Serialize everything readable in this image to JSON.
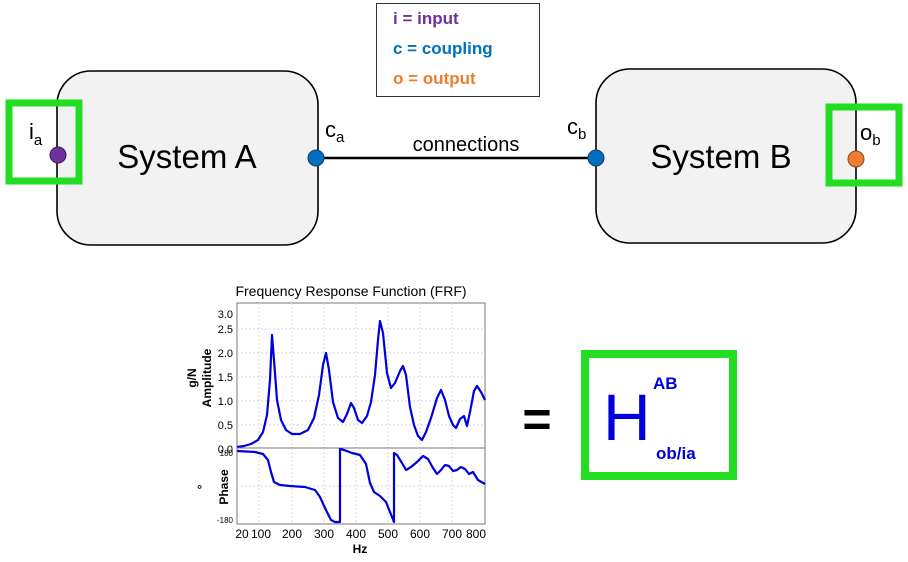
{
  "legend": {
    "input": "i = input",
    "coupling": "c = coupling",
    "output": "o = output"
  },
  "colors": {
    "input": "#7030a0",
    "coupling": "#0070c0",
    "output": "#ed7d31",
    "highlight": "#22dd22",
    "curve": "#0000dd"
  },
  "system_a": {
    "label": "System A",
    "input_port": {
      "main": "i",
      "sub": "a"
    },
    "coupling_port": {
      "main": "c",
      "sub": "a"
    }
  },
  "system_b": {
    "label": "System B",
    "output_port": {
      "main": "o",
      "sub": "b"
    },
    "coupling_port": {
      "main": "c",
      "sub": "b"
    }
  },
  "connection_label": "connections",
  "frf": {
    "title": "Frequency Response Function (FRF)",
    "amplitude_ylabel_unit": "g/N",
    "amplitude_ylabel": "Amplitude",
    "amplitude_ticks": [
      "0.0",
      "0.5",
      "1.0",
      "1.5",
      "2.0",
      "2.5",
      "3.0"
    ],
    "phase_ylabel_unit": "°",
    "phase_ylabel": "Phase",
    "phase_ticks": [
      "180",
      "-180"
    ],
    "x_ticks": [
      "20",
      "100",
      "200",
      "300",
      "400",
      "500",
      "600",
      "700",
      "800"
    ],
    "xlabel": "Hz"
  },
  "equals": "=",
  "result": {
    "symbol": "H",
    "superscript": "AB",
    "subscript": "ob/ia"
  }
}
